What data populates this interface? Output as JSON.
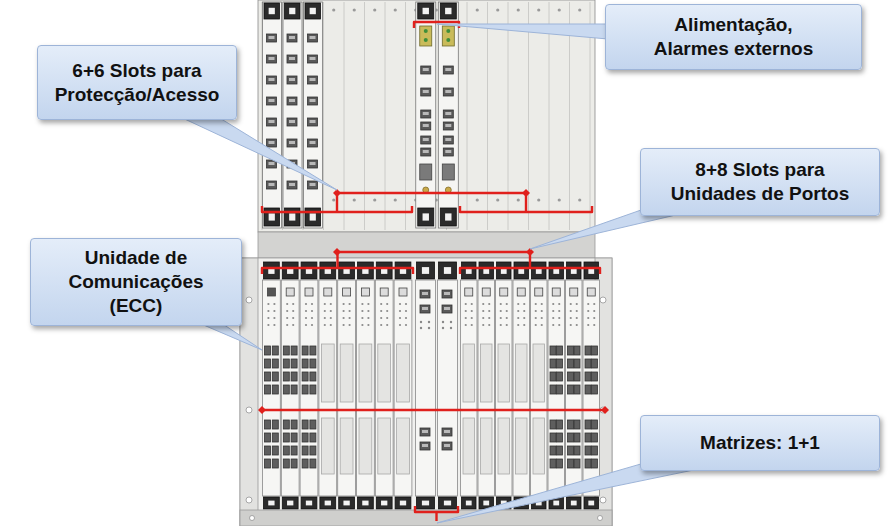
{
  "diagram": {
    "nodes": [
      {
        "text": [
          "Alimentação, Alarmes externos"
        ]
      },
      {
        "text": [
          "6+6 Slots para Protecção/Acesso"
        ]
      },
      {
        "text": [
          "8+8 Slots para Unidades de Portos"
        ]
      },
      {
        "text": [
          "Unidade de Comunicações (ECC)"
        ]
      },
      {
        "text": [
          "Matrizes: 1+1"
        ]
      }
    ]
  }
}
